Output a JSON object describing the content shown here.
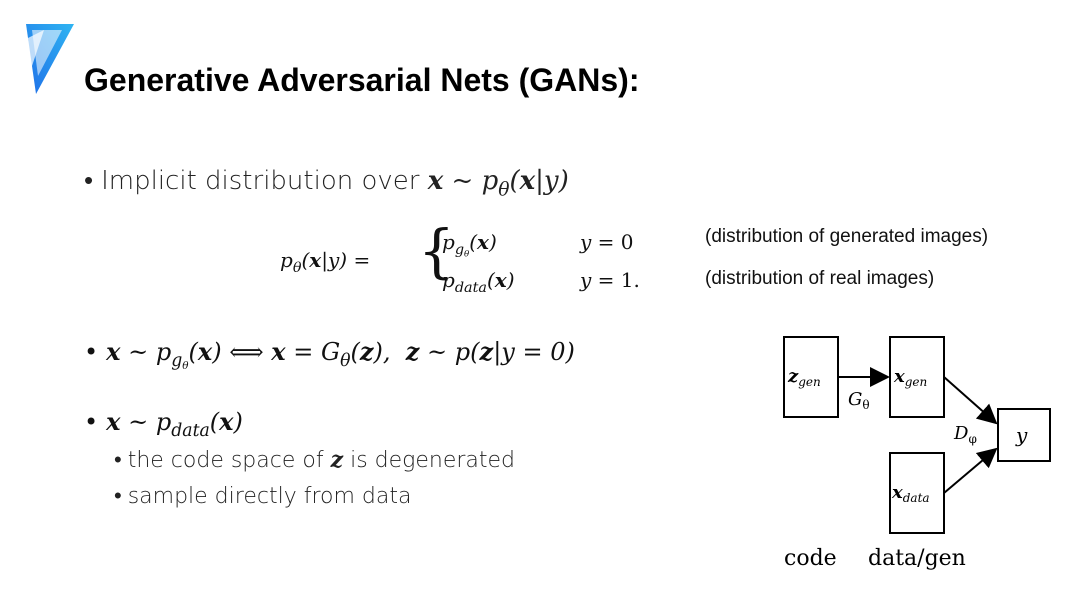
{
  "slide": {
    "title": "Generative Adversarial Nets (GANs):",
    "brand_colors": [
      "#1f6fe8",
      "#2fb5f2"
    ]
  },
  "bullets": {
    "b1": {
      "text": "Implicit distribution over ",
      "math": "x ~ pθ(x|y)"
    },
    "equation": {
      "lhs": "pθ(x|y) =",
      "case1_expr": "p_gθ(x)",
      "case1_cond": "y = 0",
      "case2_expr": "p_data(x)",
      "case2_cond": "y = 1.",
      "note1": "(distribution of generated images)",
      "note2": "(distribution of real images)"
    },
    "b2": {
      "math": "x ~ p_gθ(x) ⟺ x = Gθ(z), z ~ p(z|y = 0)"
    },
    "b3": {
      "math": "x ~ p_data(x)"
    },
    "sub1": {
      "text": "the code space of ",
      "math": "z",
      "text_after": " is degenerated"
    },
    "sub2": {
      "text": "sample directly from data"
    }
  },
  "diagram": {
    "nodes": {
      "z_gen": "z_gen",
      "x_gen": "x_gen",
      "x_data": "x_data",
      "y": "y"
    },
    "edges": {
      "generator": "Gθ",
      "discriminator": "Dφ"
    },
    "captions": {
      "code": "code",
      "data_gen": "data/gen"
    }
  }
}
